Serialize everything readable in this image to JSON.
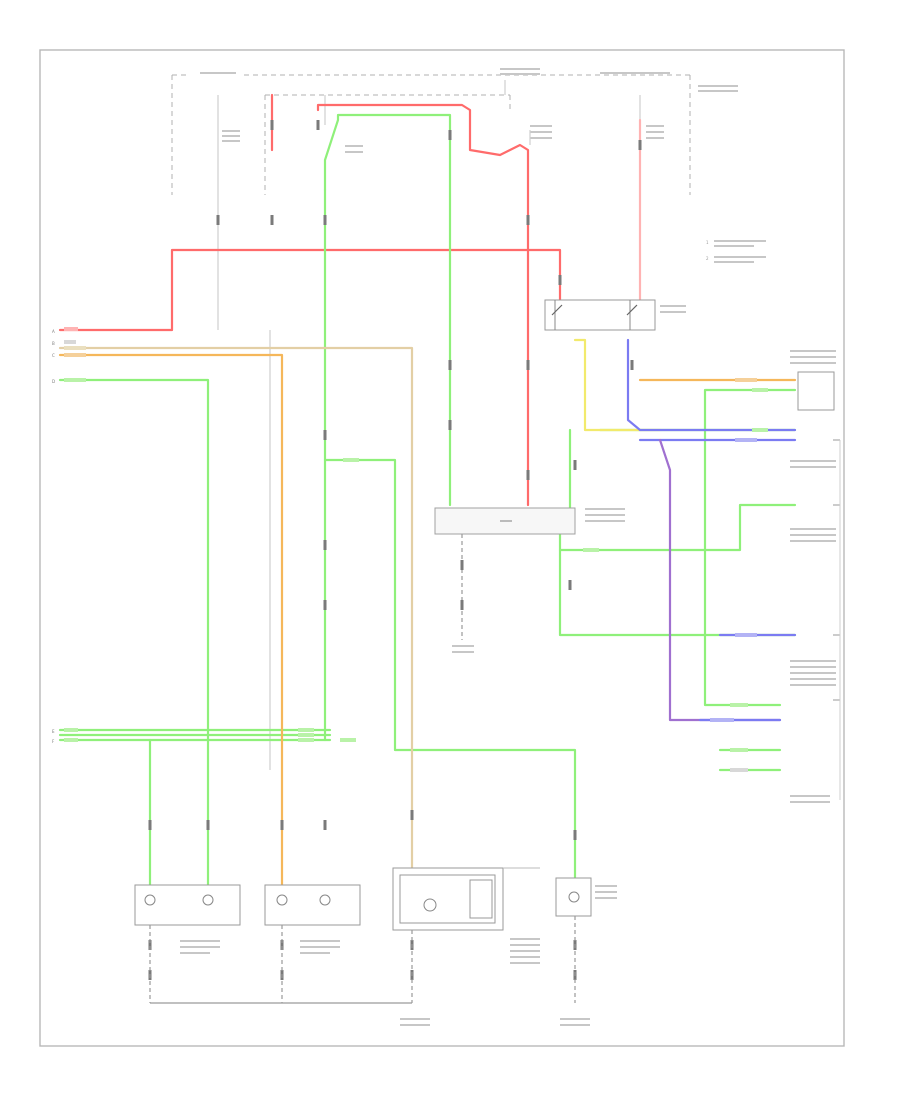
{
  "diagram": {
    "colors": {
      "red": "#ff6b6b",
      "green": "#8ff07a",
      "orange": "#f5b75a",
      "tan": "#e3cfa5",
      "yellow": "#f2ea6c",
      "blue": "#7b7bf2",
      "purple": "#a070d0",
      "frame": "#b8b8b8"
    },
    "legend": {
      "lines": [
        "1",
        "2"
      ]
    },
    "connector_letters": [
      "A",
      "B",
      "C",
      "D",
      "E",
      "F"
    ],
    "footer_note": ""
  }
}
